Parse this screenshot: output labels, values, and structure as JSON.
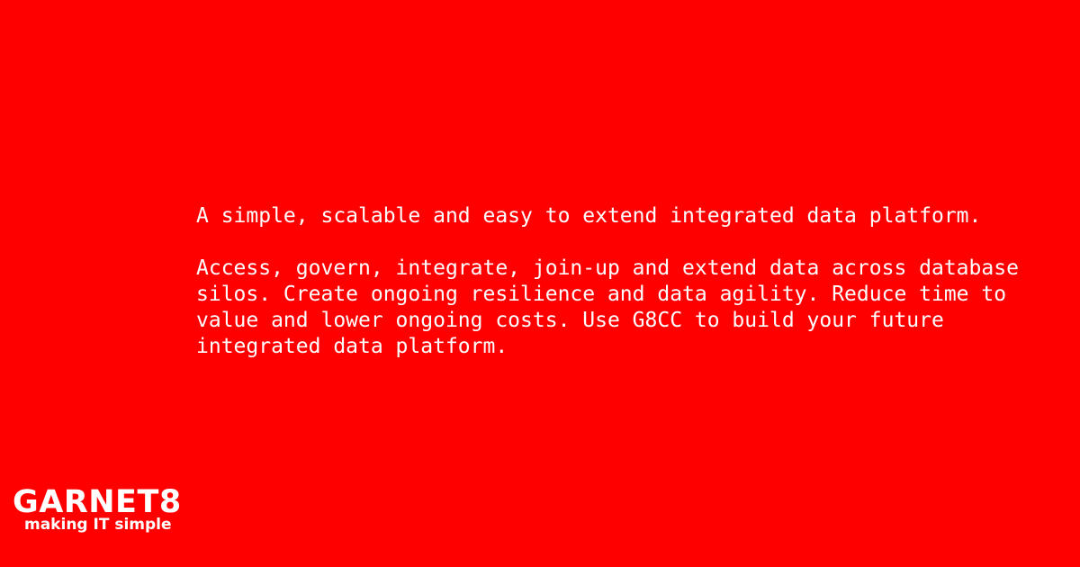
{
  "colors": {
    "background": "#ff0000",
    "text": "#ffffff"
  },
  "content": {
    "tagline": "A simple, scalable and easy to extend integrated data platform.",
    "description": "Access, govern, integrate, join-up and extend data across database silos. Create ongoing resilience and data agility. Reduce time to value and lower ongoing costs. Use G8CC to build your future integrated data platform."
  },
  "logo": {
    "wordmark": "GARNET8",
    "slogan": "making IT simple"
  }
}
